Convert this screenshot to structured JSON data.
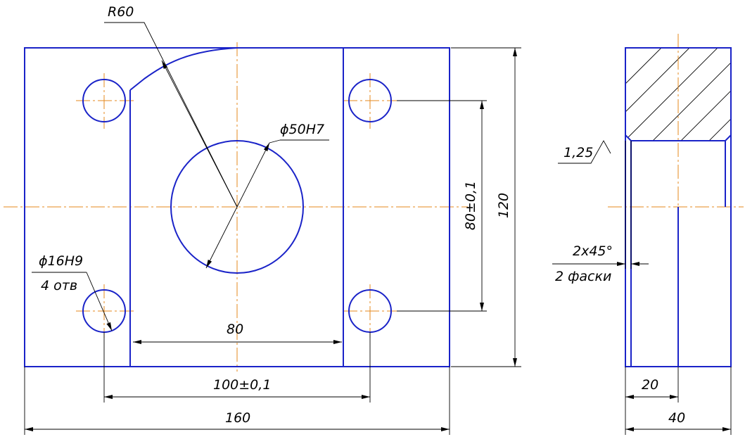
{
  "labels": {
    "r60": "R60",
    "d50": "ϕ50H7",
    "d16": "ϕ16H9",
    "holes": "4 отв",
    "d80": "80",
    "d100": "100±0,1",
    "d160": "160",
    "d80v": "80±0,1",
    "d120": "120",
    "rough": "1,25",
    "chamfer": "2x45°",
    "chamfer_note": "2 фаски",
    "d20": "20",
    "d40": "40"
  },
  "colors": {
    "outline": "#1a23c8",
    "center_line": "#e58a1c",
    "dimension": "#000000"
  }
}
